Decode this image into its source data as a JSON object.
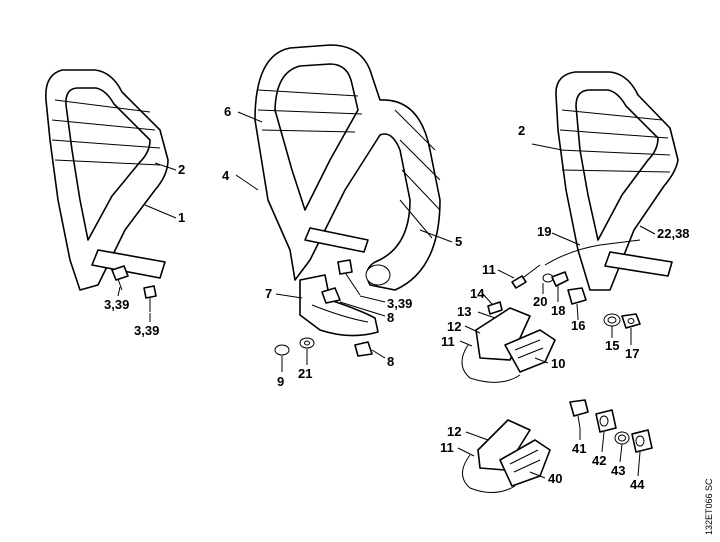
{
  "diagram": {
    "reference_code": "132ET066 SC",
    "callouts": {
      "c1": "1",
      "c2a": "2",
      "c339a": "3,39",
      "c339b": "3,39",
      "c6": "6",
      "c4": "4",
      "c5": "5",
      "c7": "7",
      "c339c": "3,39",
      "c8a": "8",
      "c8b": "8",
      "c9": "9",
      "c21": "21",
      "c2b": "2",
      "c2238": "22,38",
      "c19": "19",
      "c11a": "11",
      "c14": "14",
      "c20": "20",
      "c18": "18",
      "c16": "16",
      "c13": "13",
      "c12a": "12",
      "c11b": "11",
      "c10": "10",
      "c15": "15",
      "c17": "17",
      "c12b": "12",
      "c11c": "11",
      "c40": "40",
      "c41": "41",
      "c42": "42",
      "c43": "43",
      "c44": "44"
    }
  }
}
